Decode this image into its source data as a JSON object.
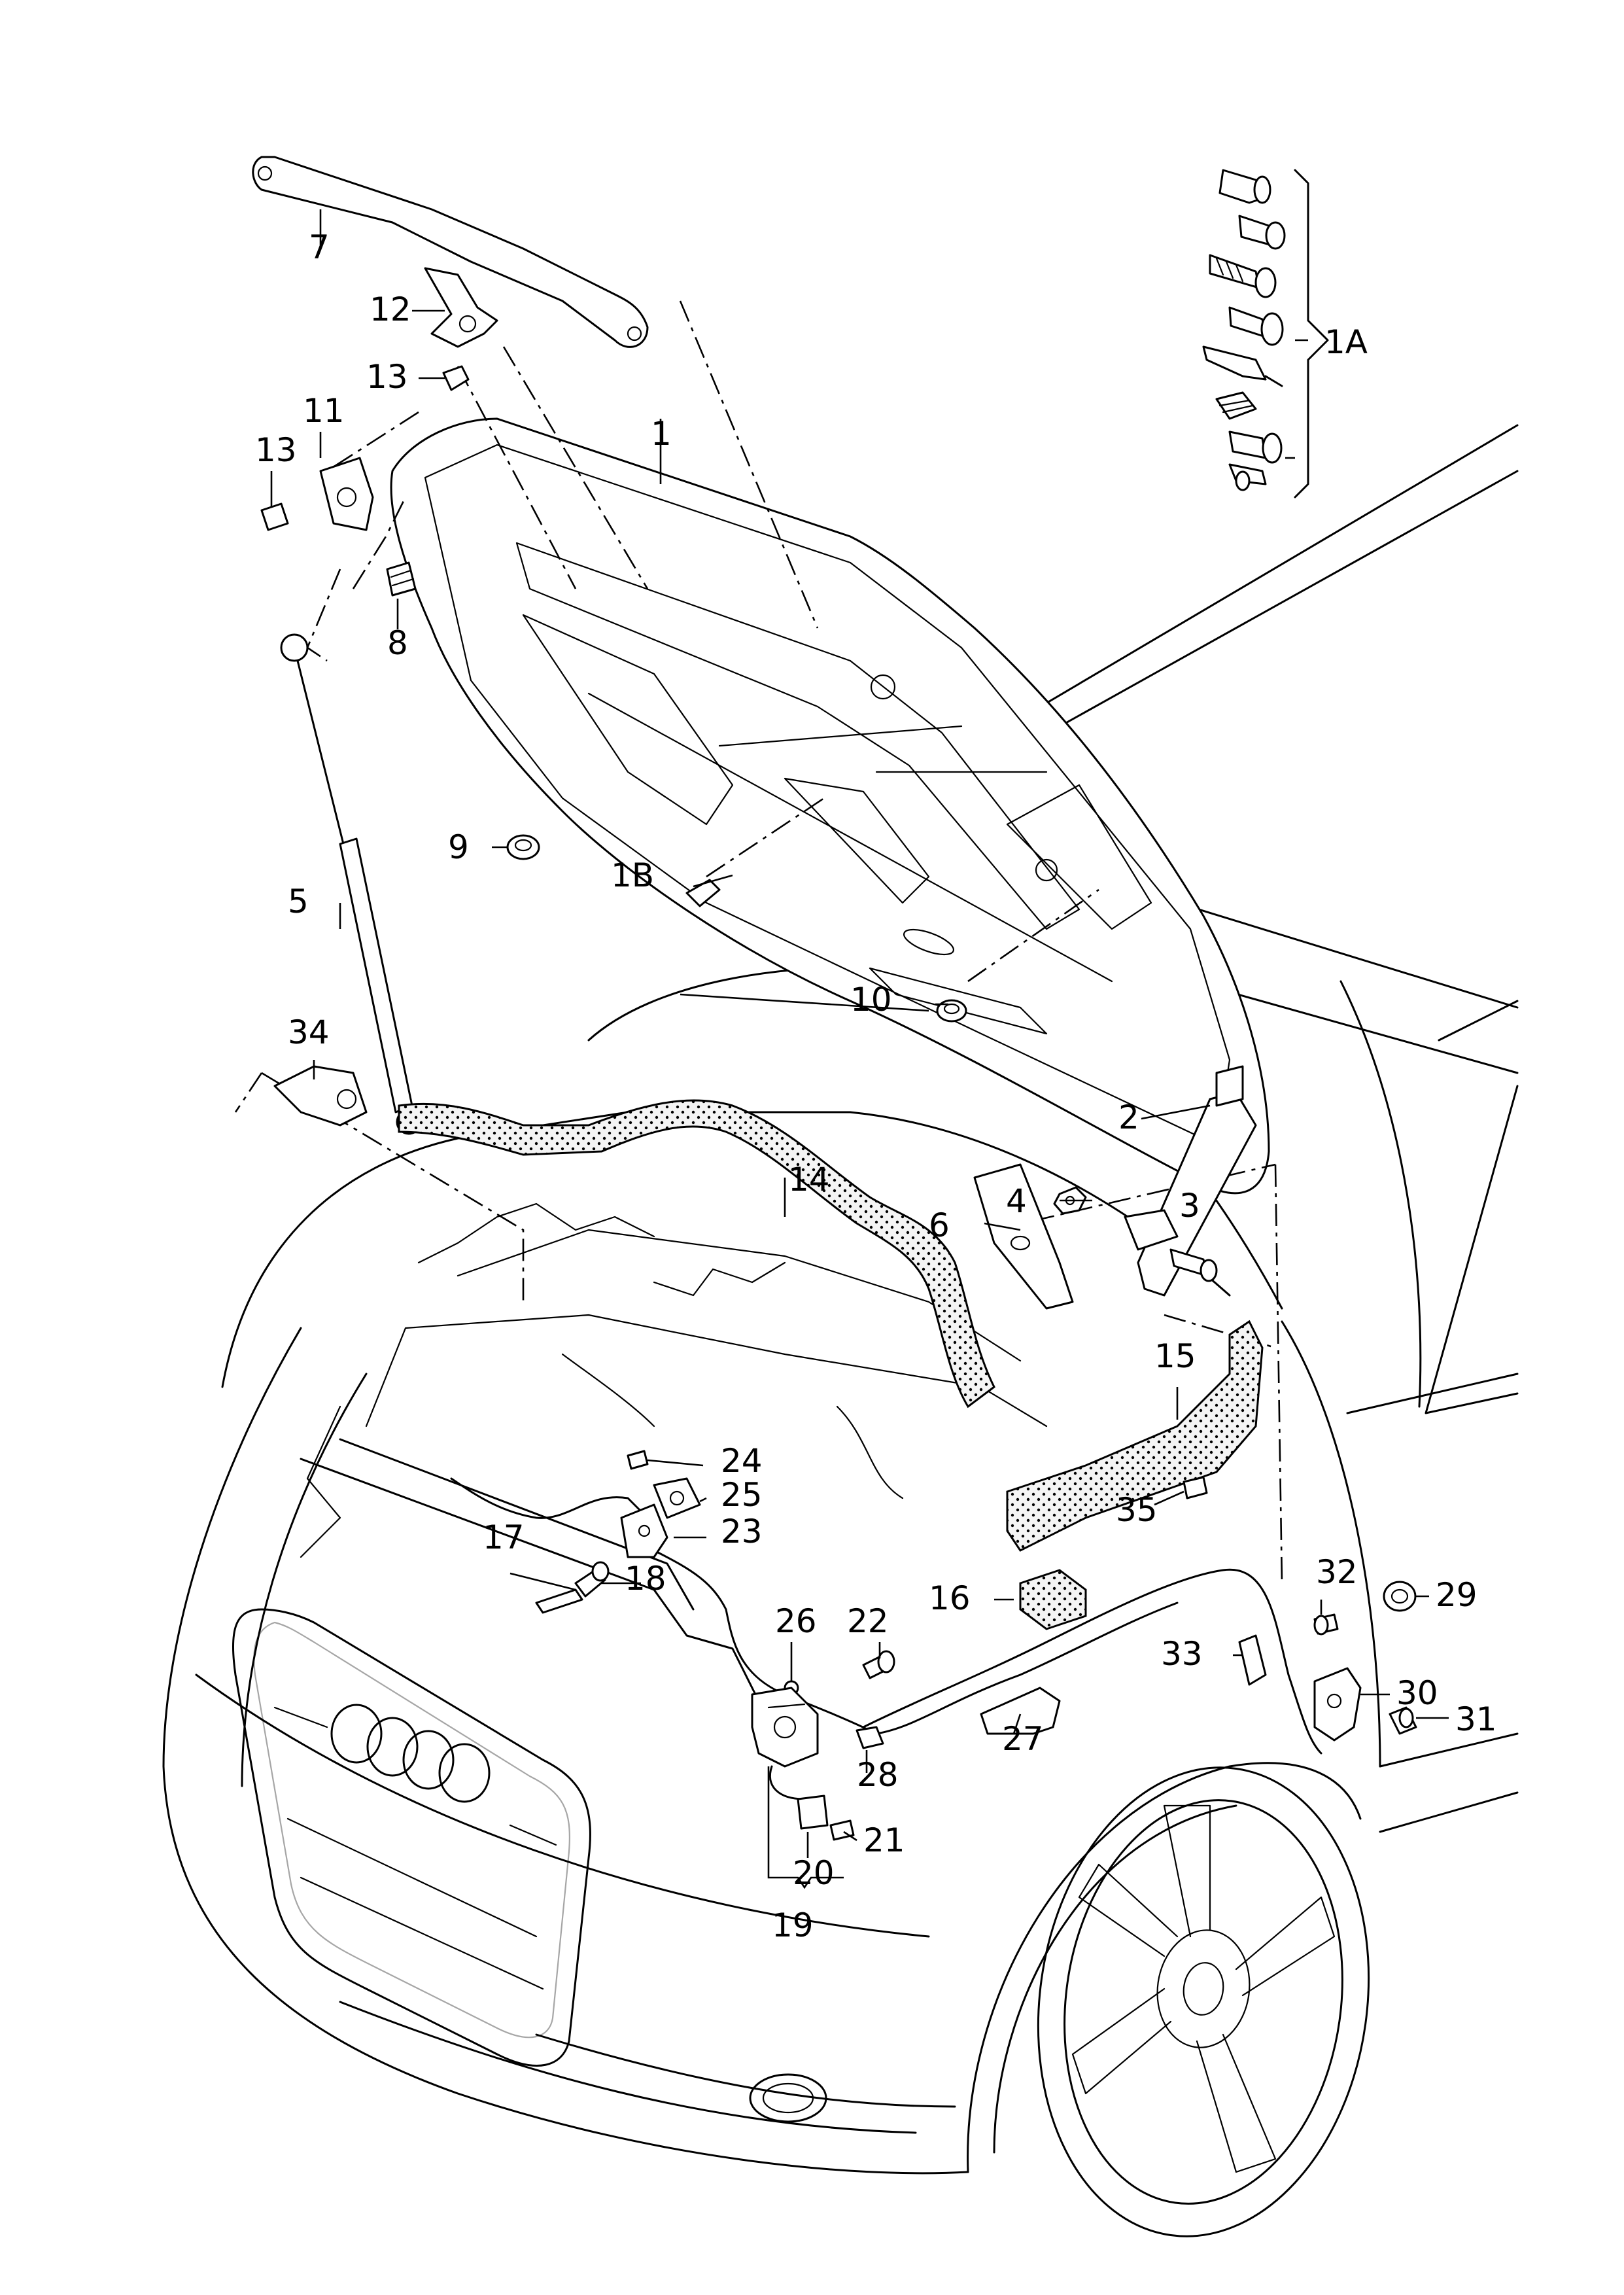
{
  "callouts": {
    "c1": "1",
    "c1A": "1A",
    "c1B": "1B",
    "c2": "2",
    "c3": "3",
    "c4": "4",
    "c5": "5",
    "c6": "6",
    "c7": "7",
    "c8": "8",
    "c9": "9",
    "c10": "10",
    "c11": "11",
    "c12": "12",
    "c13a": "13",
    "c13b": "13",
    "c14": "14",
    "c15": "15",
    "c16": "16",
    "c17": "17",
    "c18": "18",
    "c19": "19",
    "c20": "20",
    "c21": "21",
    "c22": "22",
    "c23": "23",
    "c24": "24",
    "c25": "25",
    "c26": "26",
    "c27": "27",
    "c28": "28",
    "c29": "29",
    "c30": "30",
    "c31": "31",
    "c32": "32",
    "c33": "33",
    "c34": "34",
    "c35": "35"
  }
}
